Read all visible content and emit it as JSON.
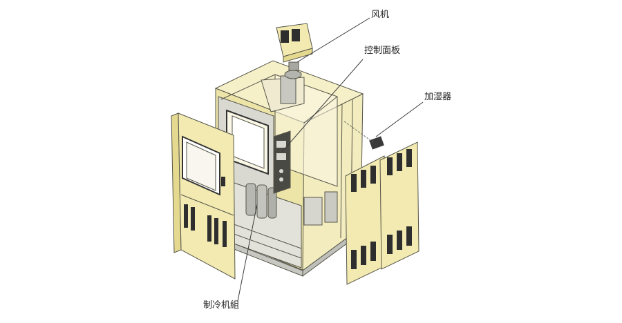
{
  "labels": {
    "fan": "风机",
    "control_panel": "控制面板",
    "humidifier": "加湿器",
    "refrigeration_unit": "制冷机組"
  },
  "colors": {
    "panel_fill": "#f2eab0",
    "panel_shade": "#e4d98f",
    "glass": "#fbf8e4",
    "metal": "#b9b9b4",
    "vent": "#2e2e2e",
    "line": "#3a3a3a"
  }
}
